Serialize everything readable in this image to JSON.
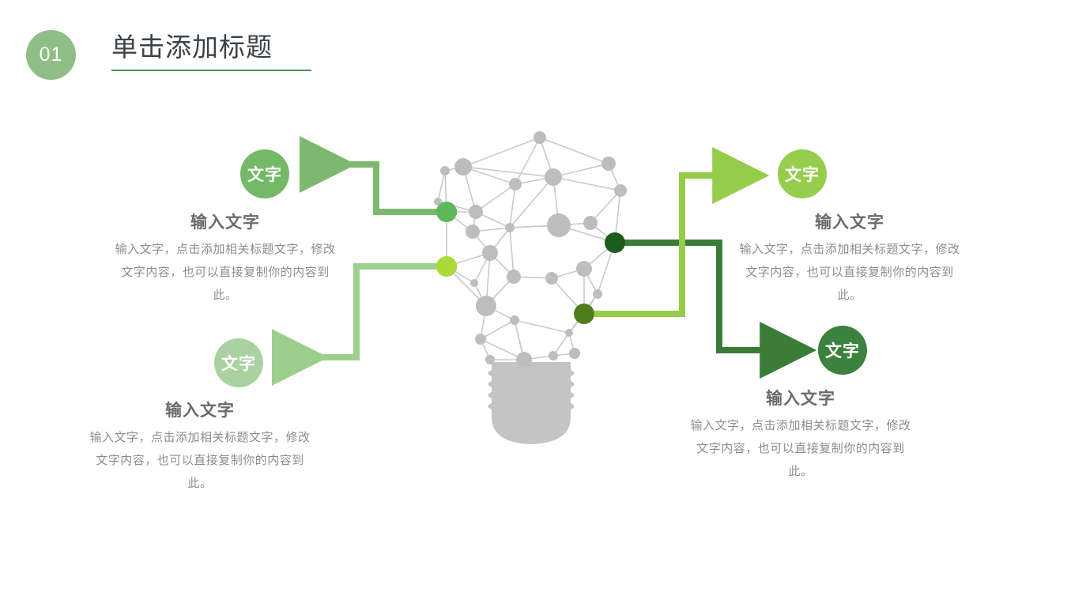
{
  "header": {
    "badge_number": "01",
    "title": "单击添加标题",
    "rule_color": "#4f8c5d",
    "badge_color": "#8fbe86"
  },
  "bubbles": {
    "top_left": {
      "label": "文字",
      "color": "#74b968"
    },
    "bottom_left": {
      "label": "文字",
      "color": "#a9d2a0"
    },
    "top_right": {
      "label": "文字",
      "color": "#97cd4c"
    },
    "bottom_right": {
      "label": "文字",
      "color": "#3d8140"
    }
  },
  "blocks": {
    "top_left": {
      "heading": "输入文字",
      "body": "输入文字，点击添加相关标题文字，修改文字内容，也可以直接复制你的内容到此。"
    },
    "bottom_left": {
      "heading": "输入文字",
      "body": "输入文字，点击添加相关标题文字，修改文字内容，也可以直接复制你的内容到此。"
    },
    "top_right": {
      "heading": "输入文字",
      "body": "输入文字，点击添加相关标题文字，修改文字内容，也可以直接复制你的内容到此。"
    },
    "bottom_right": {
      "heading": "输入文字",
      "body": "输入文字，点击添加相关标题文字，修改文字内容，也可以直接复制你的内容到此。"
    }
  },
  "illustration": {
    "name": "lightbulb-network-diagram",
    "bulb_color": "#c4c4c4",
    "node_color": "#bdbdbd",
    "edge_color": "#c9c9c9",
    "highlight_nodes": [
      {
        "name": "node-green",
        "color": "#5cb85a"
      },
      {
        "name": "node-yellow-green",
        "color": "#a9d939"
      },
      {
        "name": "node-dark-green",
        "color": "#1d5c1d"
      },
      {
        "name": "node-olive-green",
        "color": "#4d7d1c"
      }
    ]
  },
  "connectors": [
    {
      "name": "connector-top-left",
      "color": "#7cb96e"
    },
    {
      "name": "connector-bottom-left",
      "color": "#9ccf8c"
    },
    {
      "name": "connector-top-right",
      "color": "#95cc4a"
    },
    {
      "name": "connector-bottom-right",
      "color": "#3b7d37"
    }
  ]
}
